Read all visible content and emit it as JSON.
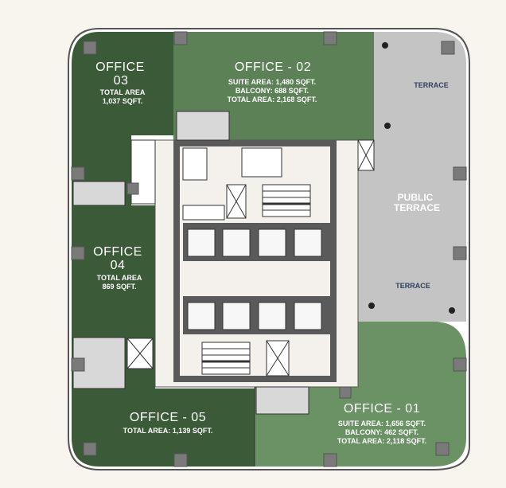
{
  "offices": {
    "o03": {
      "name_line1": "OFFICE",
      "name_line2": "03",
      "area_line1": "TOTAL AREA",
      "area_line2": "1,037 SQFT."
    },
    "o02": {
      "name": "OFFICE - 02",
      "suite": "SUITE AREA: 1,480 SQFT.",
      "balcony": "BALCONY: 688 SQFT.",
      "total": "TOTAL AREA: 2,168 SQFT."
    },
    "o04": {
      "name_line1": "OFFICE",
      "name_line2": "04",
      "area_line1": "TOTAL AREA",
      "area_line2": "869 SQFT."
    },
    "o05": {
      "name": "OFFICE - 05",
      "total": "TOTAL AREA: 1,139 SQFT."
    },
    "o01": {
      "name": "OFFICE - 01",
      "suite": "SUITE AREA: 1,656 SQFT.",
      "balcony": "BALCONY: 462 SQFT.",
      "total": "TOTAL AREA: 2,118 SQFT."
    }
  },
  "terraces": {
    "top": "TERRACE",
    "public_line1": "PUBLIC",
    "public_line2": "TERRACE",
    "mid": "TERRACE"
  },
  "colors": {
    "background": "#f8f4ee",
    "office_dark": "#3b5a38",
    "office_mid": "#5c8157",
    "office_light": "#6a9265",
    "terrace": "#c4c4c4",
    "terrace_label": "#2f3f5f"
  }
}
